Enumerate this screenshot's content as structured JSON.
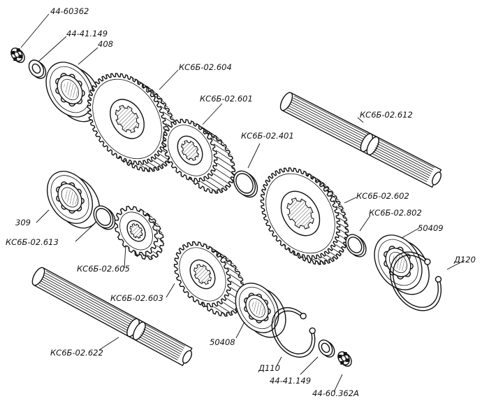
{
  "labels": {
    "nut_top": "44-60362",
    "washer_top": "44-41.149",
    "bearing_408": "408",
    "gear_604": "КС6Б-02.604",
    "gear_601": "КС6Б-02.601",
    "ring_401": "КС6Б-02.401",
    "shaft_612": "КС6Б-02.612",
    "bearing_309": "309",
    "ring_613": "КС6Б-02.613",
    "gear_602": "КС6Б-02.602",
    "ring_802": "КС6Б-02.802",
    "bearing_50409": "50409",
    "circlip_d120": "Д120",
    "gear_605": "КС6Б-02.605",
    "gear_603": "КС6Б-02.603",
    "shaft_622": "КС6Б-02.622",
    "bearing_50408": "50408",
    "circlip_d110": "Д110",
    "washer_bottom": "44-41.149",
    "nut_bottom": "44-60.362А"
  }
}
